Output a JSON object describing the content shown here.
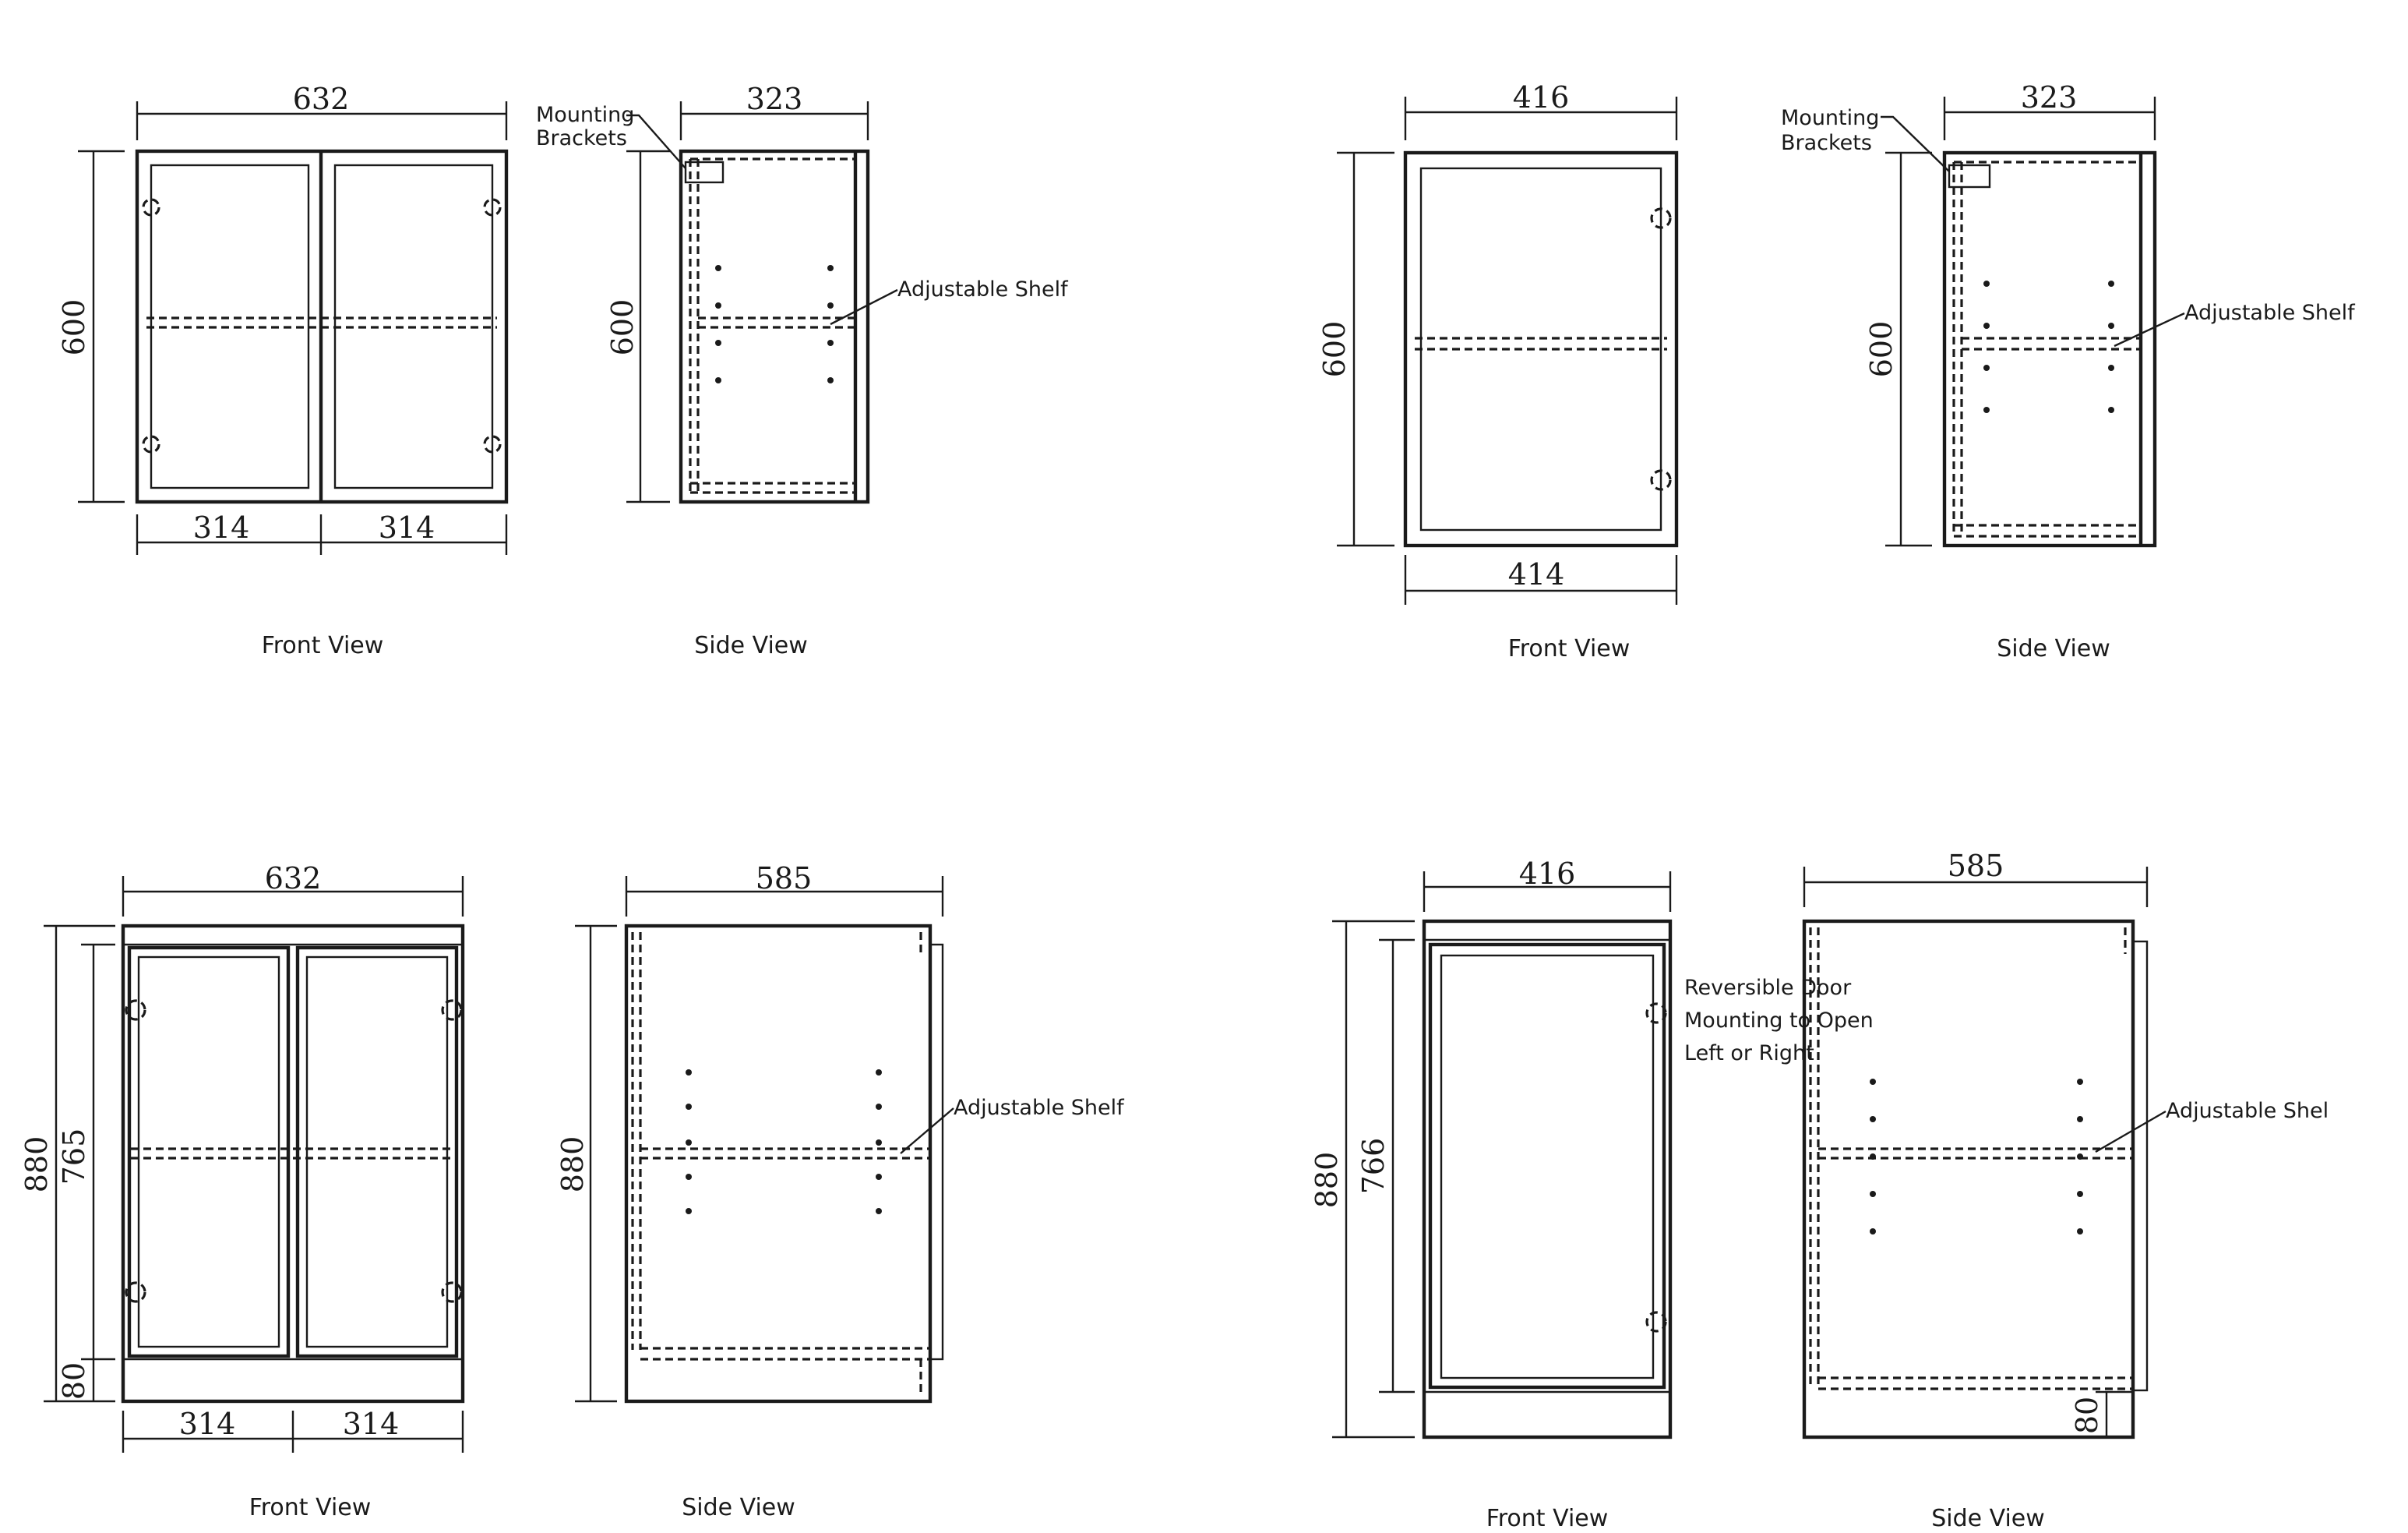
{
  "drawings": [
    {
      "name": "double-wall-cabinet",
      "front": {
        "width": "632",
        "height": "600",
        "door_left": "314",
        "door_right": "314",
        "caption": "Front View"
      },
      "side": {
        "depth": "323",
        "height": "600",
        "caption": "Side View",
        "brackets_label": [
          "Mounting",
          "Brackets"
        ],
        "shelf_label": "Adjustable Shelf"
      }
    },
    {
      "name": "single-wall-cabinet",
      "front": {
        "width": "416",
        "height": "600",
        "door_width": "414",
        "caption": "Front View"
      },
      "side": {
        "depth": "323",
        "height": "600",
        "caption": "Side View",
        "brackets_label": [
          "Mounting",
          "Brackets"
        ],
        "shelf_label": "Adjustable Shelf"
      }
    },
    {
      "name": "double-base-cabinet",
      "front": {
        "width": "632",
        "height": "880",
        "door_height": "765",
        "kick_height": "80",
        "door_left": "314",
        "door_right": "314",
        "caption": "Front View"
      },
      "side": {
        "depth": "585",
        "height": "880",
        "caption": "Side View",
        "shelf_label": "Adjustable Shelf"
      }
    },
    {
      "name": "single-base-cabinet",
      "front": {
        "width": "416",
        "height": "880",
        "door_height": "766",
        "caption": "Front View",
        "note": [
          "Reversible Door",
          "Mounting to Open",
          "Left or Right"
        ]
      },
      "side": {
        "depth": "585",
        "kick_height": "80",
        "caption": "Side View",
        "shelf_label": "Adjustable Shel"
      }
    }
  ]
}
